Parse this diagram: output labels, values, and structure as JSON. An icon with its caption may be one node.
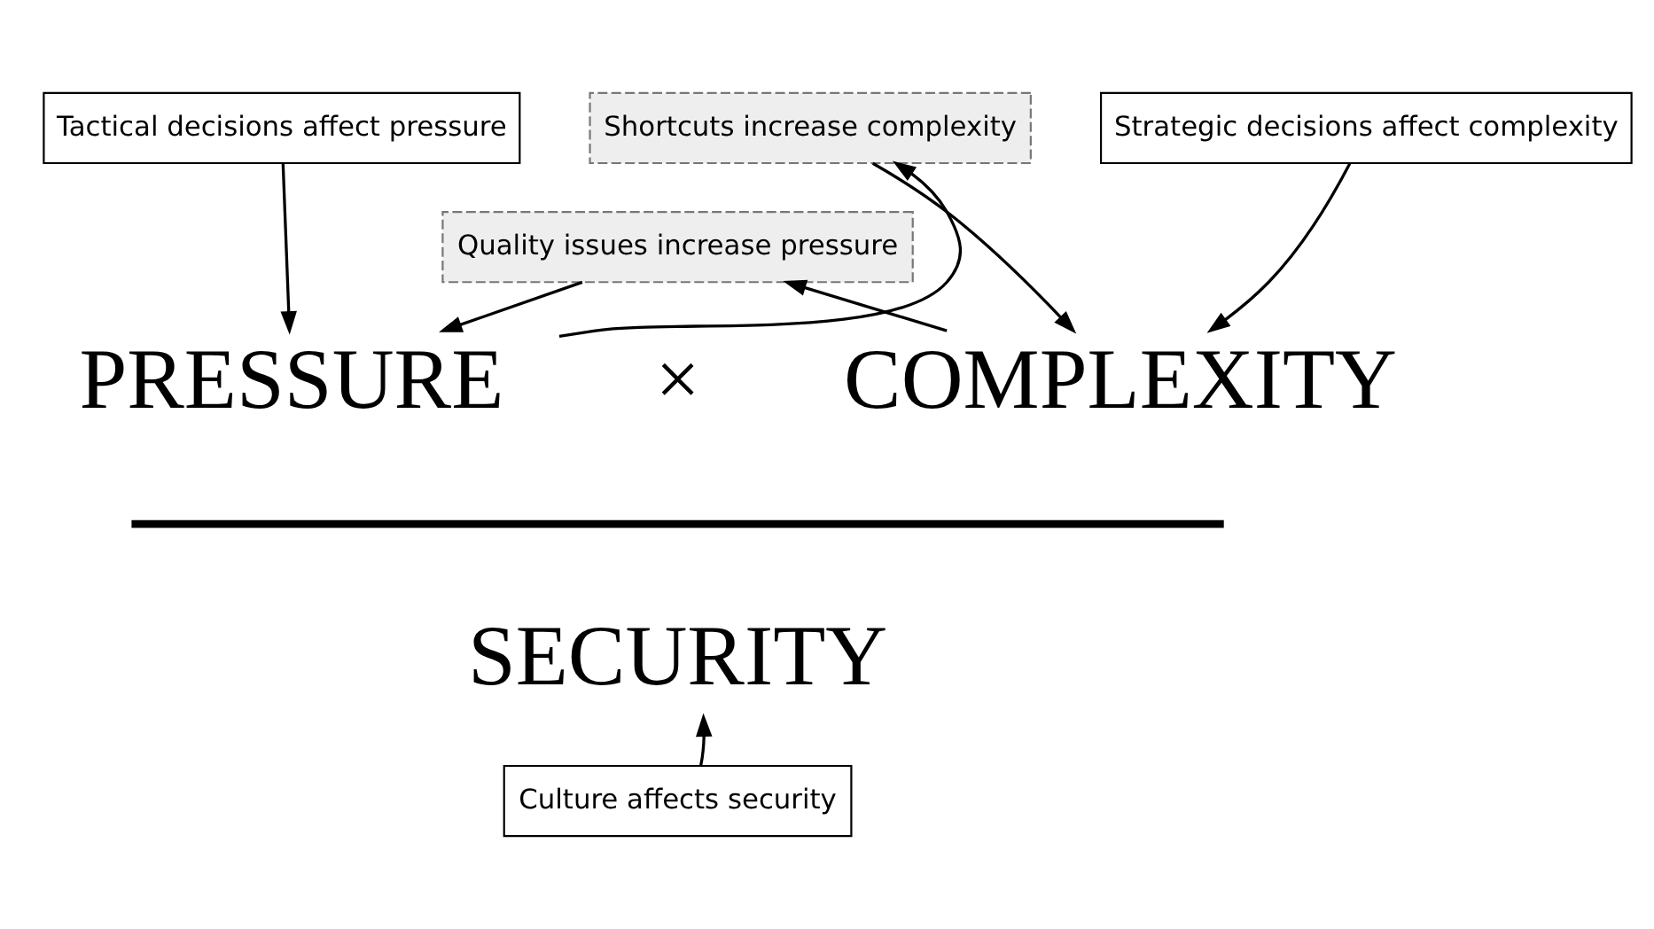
{
  "diagram": {
    "nodes": [
      {
        "text": [
          "Tactical decisions affect pressure"
        ]
      },
      {
        "text": [
          "Shortcuts increase complexity"
        ]
      },
      {
        "text": [
          "Strategic decisions affect complexity"
        ]
      },
      {
        "text": [
          "Quality issues increase pressure"
        ]
      },
      {
        "text": [
          "PRESSURE"
        ]
      },
      {
        "text": [
          "COMPLEXITY"
        ]
      },
      {
        "text": [
          "SECURITY"
        ]
      },
      {
        "text": [
          "Culture affects security"
        ]
      }
    ],
    "edges": [
      {
        "from": 0,
        "to": 4,
        "arrow": "to"
      },
      {
        "from": 4,
        "to": 1,
        "arrow": "to"
      },
      {
        "from": 1,
        "to": 5,
        "arrow": "to"
      },
      {
        "from": 2,
        "to": 5,
        "arrow": "to"
      },
      {
        "from": 5,
        "to": 3,
        "arrow": "to"
      },
      {
        "from": 3,
        "to": 4,
        "arrow": "to"
      },
      {
        "from": 7,
        "to": 6,
        "arrow": "to"
      }
    ],
    "labels": [
      "×"
    ]
  }
}
